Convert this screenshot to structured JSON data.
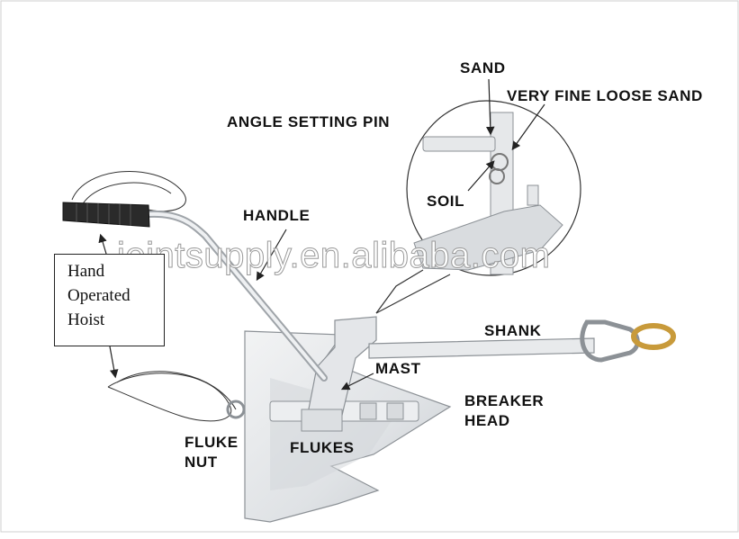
{
  "labels": {
    "sand": "SAND",
    "very_fine_loose_sand": "VERY FINE LOOSE SAND",
    "angle_setting_pin": "ANGLE SETTING PIN",
    "soil": "SOIL",
    "handle": "HANDLE",
    "shank": "SHANK",
    "mast": "MAST",
    "breaker_head_1": "BREAKER",
    "breaker_head_2": "HEAD",
    "fluke_nut_1": "FLUKE",
    "fluke_nut_2": "NUT",
    "flukes": "FLUKES"
  },
  "hoist_box": {
    "line1": "Hand",
    "line2": "Operated",
    "line3": "Hoist"
  },
  "watermark": "jointsupply.en.alibaba.com",
  "colors": {
    "background": "#ffffff",
    "line": "#222222",
    "metal": "#e6e8ea",
    "metal_dark": "#b8bcc0",
    "grip": "#2a2a2a",
    "shackle": "#c89a3a"
  }
}
